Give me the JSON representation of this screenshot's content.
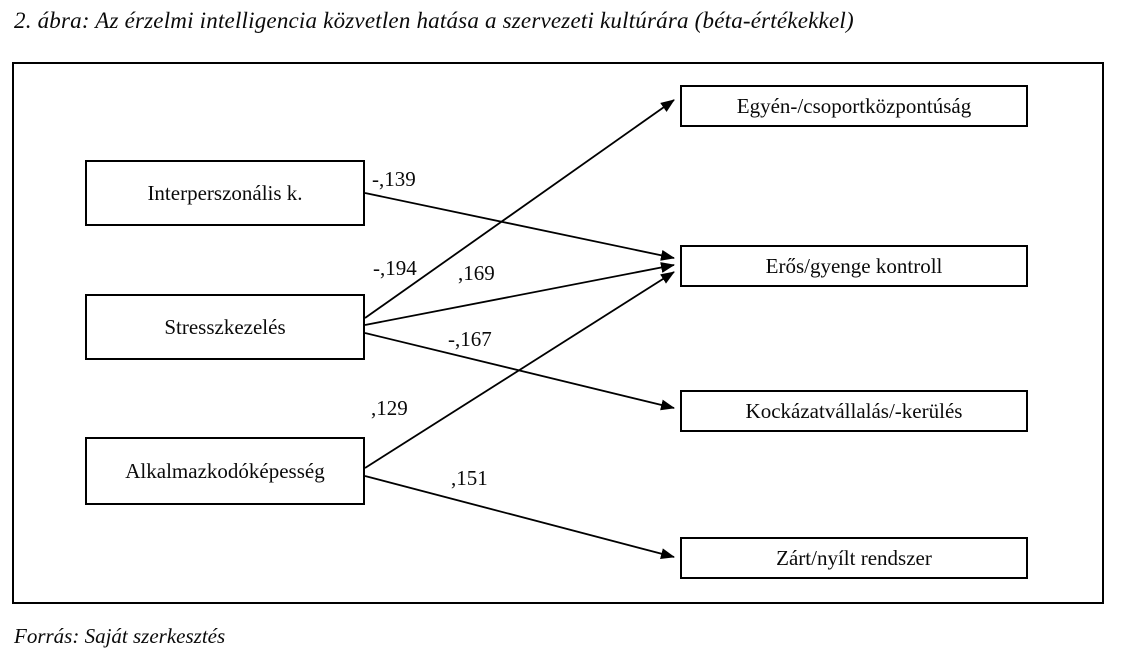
{
  "figure": {
    "title": "2. ábra: Az érzelmi intelligencia közvetlen hatása a szervezeti kultúrára (béta-értékekkel)",
    "source": "Forrás: Saját szerkesztés"
  },
  "diagram": {
    "type": "path-diagram",
    "left_nodes": [
      {
        "id": "interperszonalis",
        "label": "Interperszonális k."
      },
      {
        "id": "stresszkezeles",
        "label": "Stresszkezelés"
      },
      {
        "id": "alkalmazkodokepesseg",
        "label": "Alkalmazkodóképesség"
      }
    ],
    "right_nodes": [
      {
        "id": "egyen-csoport",
        "label": "Egyén-/csoportközpontúság"
      },
      {
        "id": "eros-gyenge",
        "label": "Erős/gyenge kontroll"
      },
      {
        "id": "kockazat",
        "label": "Kockázatvállalás/-kerülés"
      },
      {
        "id": "zart-nyilt",
        "label": "Zárt/nyílt rendszer"
      }
    ],
    "edges": [
      {
        "from": "Interperszonális k.",
        "to": "Erős/gyenge kontroll",
        "beta": "-,139"
      },
      {
        "from": "Stresszkezelés",
        "to": "Egyén-/csoportközpontúság",
        "beta": "-,194"
      },
      {
        "from": "Stresszkezelés",
        "to": "Erős/gyenge kontroll",
        "beta": ",169"
      },
      {
        "from": "Stresszkezelés",
        "to": "Kockázatvállalás/-kerülés",
        "beta": "-,167"
      },
      {
        "from": "Alkalmazkodóképesség",
        "to": "Erős/gyenge kontroll",
        "beta": ",129"
      },
      {
        "from": "Alkalmazkodóképesség",
        "to": "Zárt/nyílt rendszer",
        "beta": ",151"
      }
    ],
    "colors": {
      "line": "#000000",
      "box_border": "#000000",
      "background": "#ffffff"
    }
  }
}
